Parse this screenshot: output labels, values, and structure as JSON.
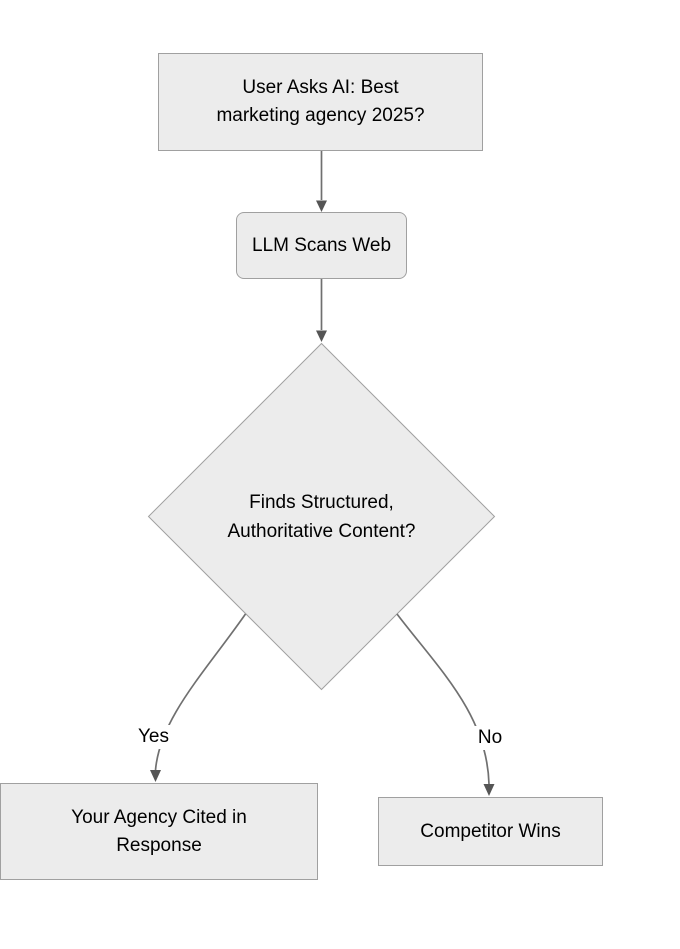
{
  "flowchart": {
    "nodes": {
      "question": {
        "label": "User Asks AI: Best\nmarketing agency 2025?"
      },
      "scan": {
        "label": "LLM Scans Web"
      },
      "decision": {
        "label": "Finds Structured,\nAuthoritative Content?"
      },
      "cited": {
        "label": "Your Agency Cited in\nResponse"
      },
      "competitor": {
        "label": "Competitor Wins"
      }
    },
    "edges": {
      "yes_label": "Yes",
      "no_label": "No"
    },
    "colors": {
      "node_fill": "#ececec",
      "node_border": "#a0a0a0",
      "edge_line": "#707070",
      "arrowhead": "#555555",
      "text": "#000000",
      "background": "#ffffff"
    }
  }
}
